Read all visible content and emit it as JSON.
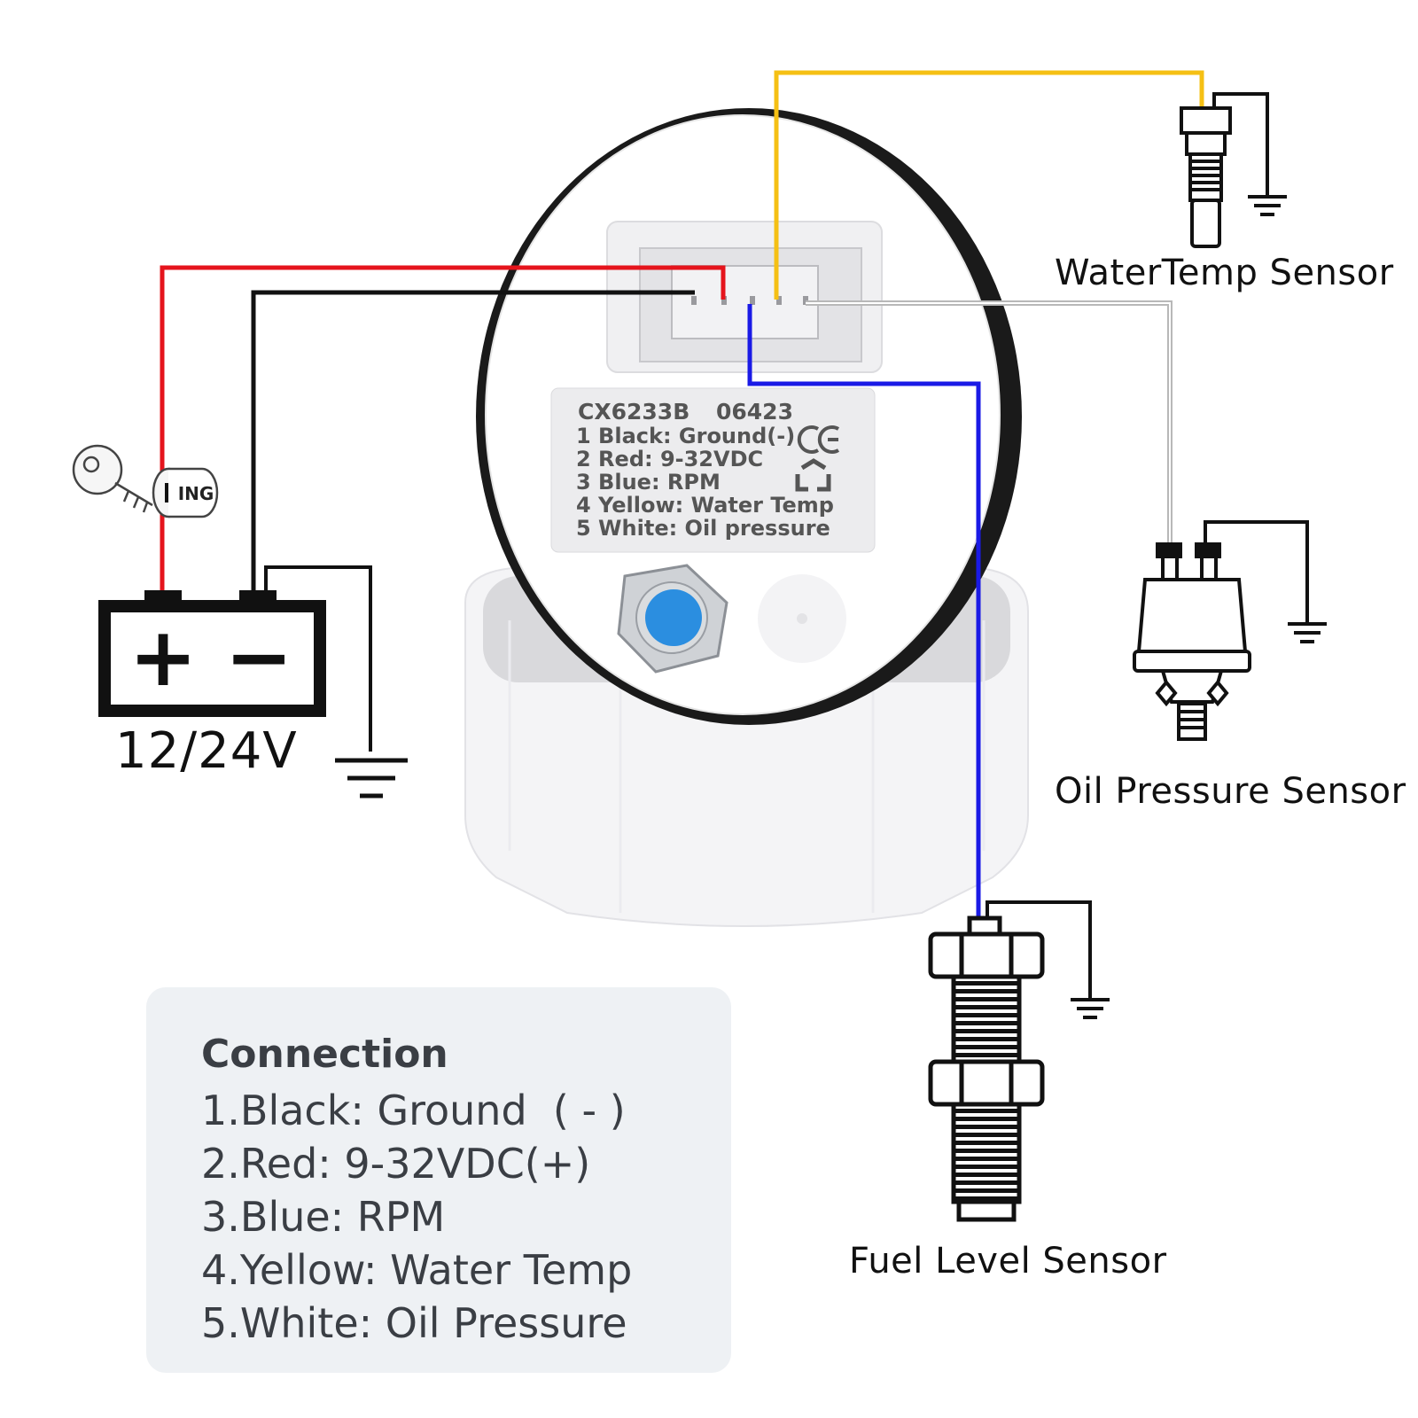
{
  "labels": {
    "water_temp_sensor": "WaterTemp Sensor",
    "oil_pressure_sensor": "Oil Pressure Sensor",
    "fuel_level_sensor": "Fuel Level Sensor",
    "battery_voltage": "12/24V",
    "ignition": "ING",
    "battery_plus": "+",
    "battery_minus": "−"
  },
  "label_plate": {
    "model": "CX6233B",
    "code": "06423",
    "lines": [
      "1 Black: Ground(-)",
      "2 Red: 9-32VDC",
      "3 Blue: RPM",
      "4 Yellow: Water Temp",
      "5 White: Oil pressure"
    ],
    "marks": [
      "CE",
      "recycle"
    ]
  },
  "connection": {
    "title": "Connection",
    "items": [
      "1.Black:  Ground  ( - )",
      "2.Red: 9-32VDC(+)",
      "3.Blue:  RPM",
      "4.Yellow:  Water Temp",
      "5.White: Oil Pressure"
    ]
  },
  "wire_colors": {
    "black": "#111111",
    "red": "#e5141c",
    "blue": "#1a1ae6",
    "yellow": "#f5c014",
    "white": "#b8b8b8"
  },
  "icons": [
    "key-icon",
    "ignition-switch-icon",
    "battery-icon",
    "ground-symbol-icon",
    "water-temp-sensor-icon",
    "oil-pressure-sensor-icon",
    "fuel-level-sensor-icon",
    "recycle-icon",
    "ce-mark-icon"
  ]
}
